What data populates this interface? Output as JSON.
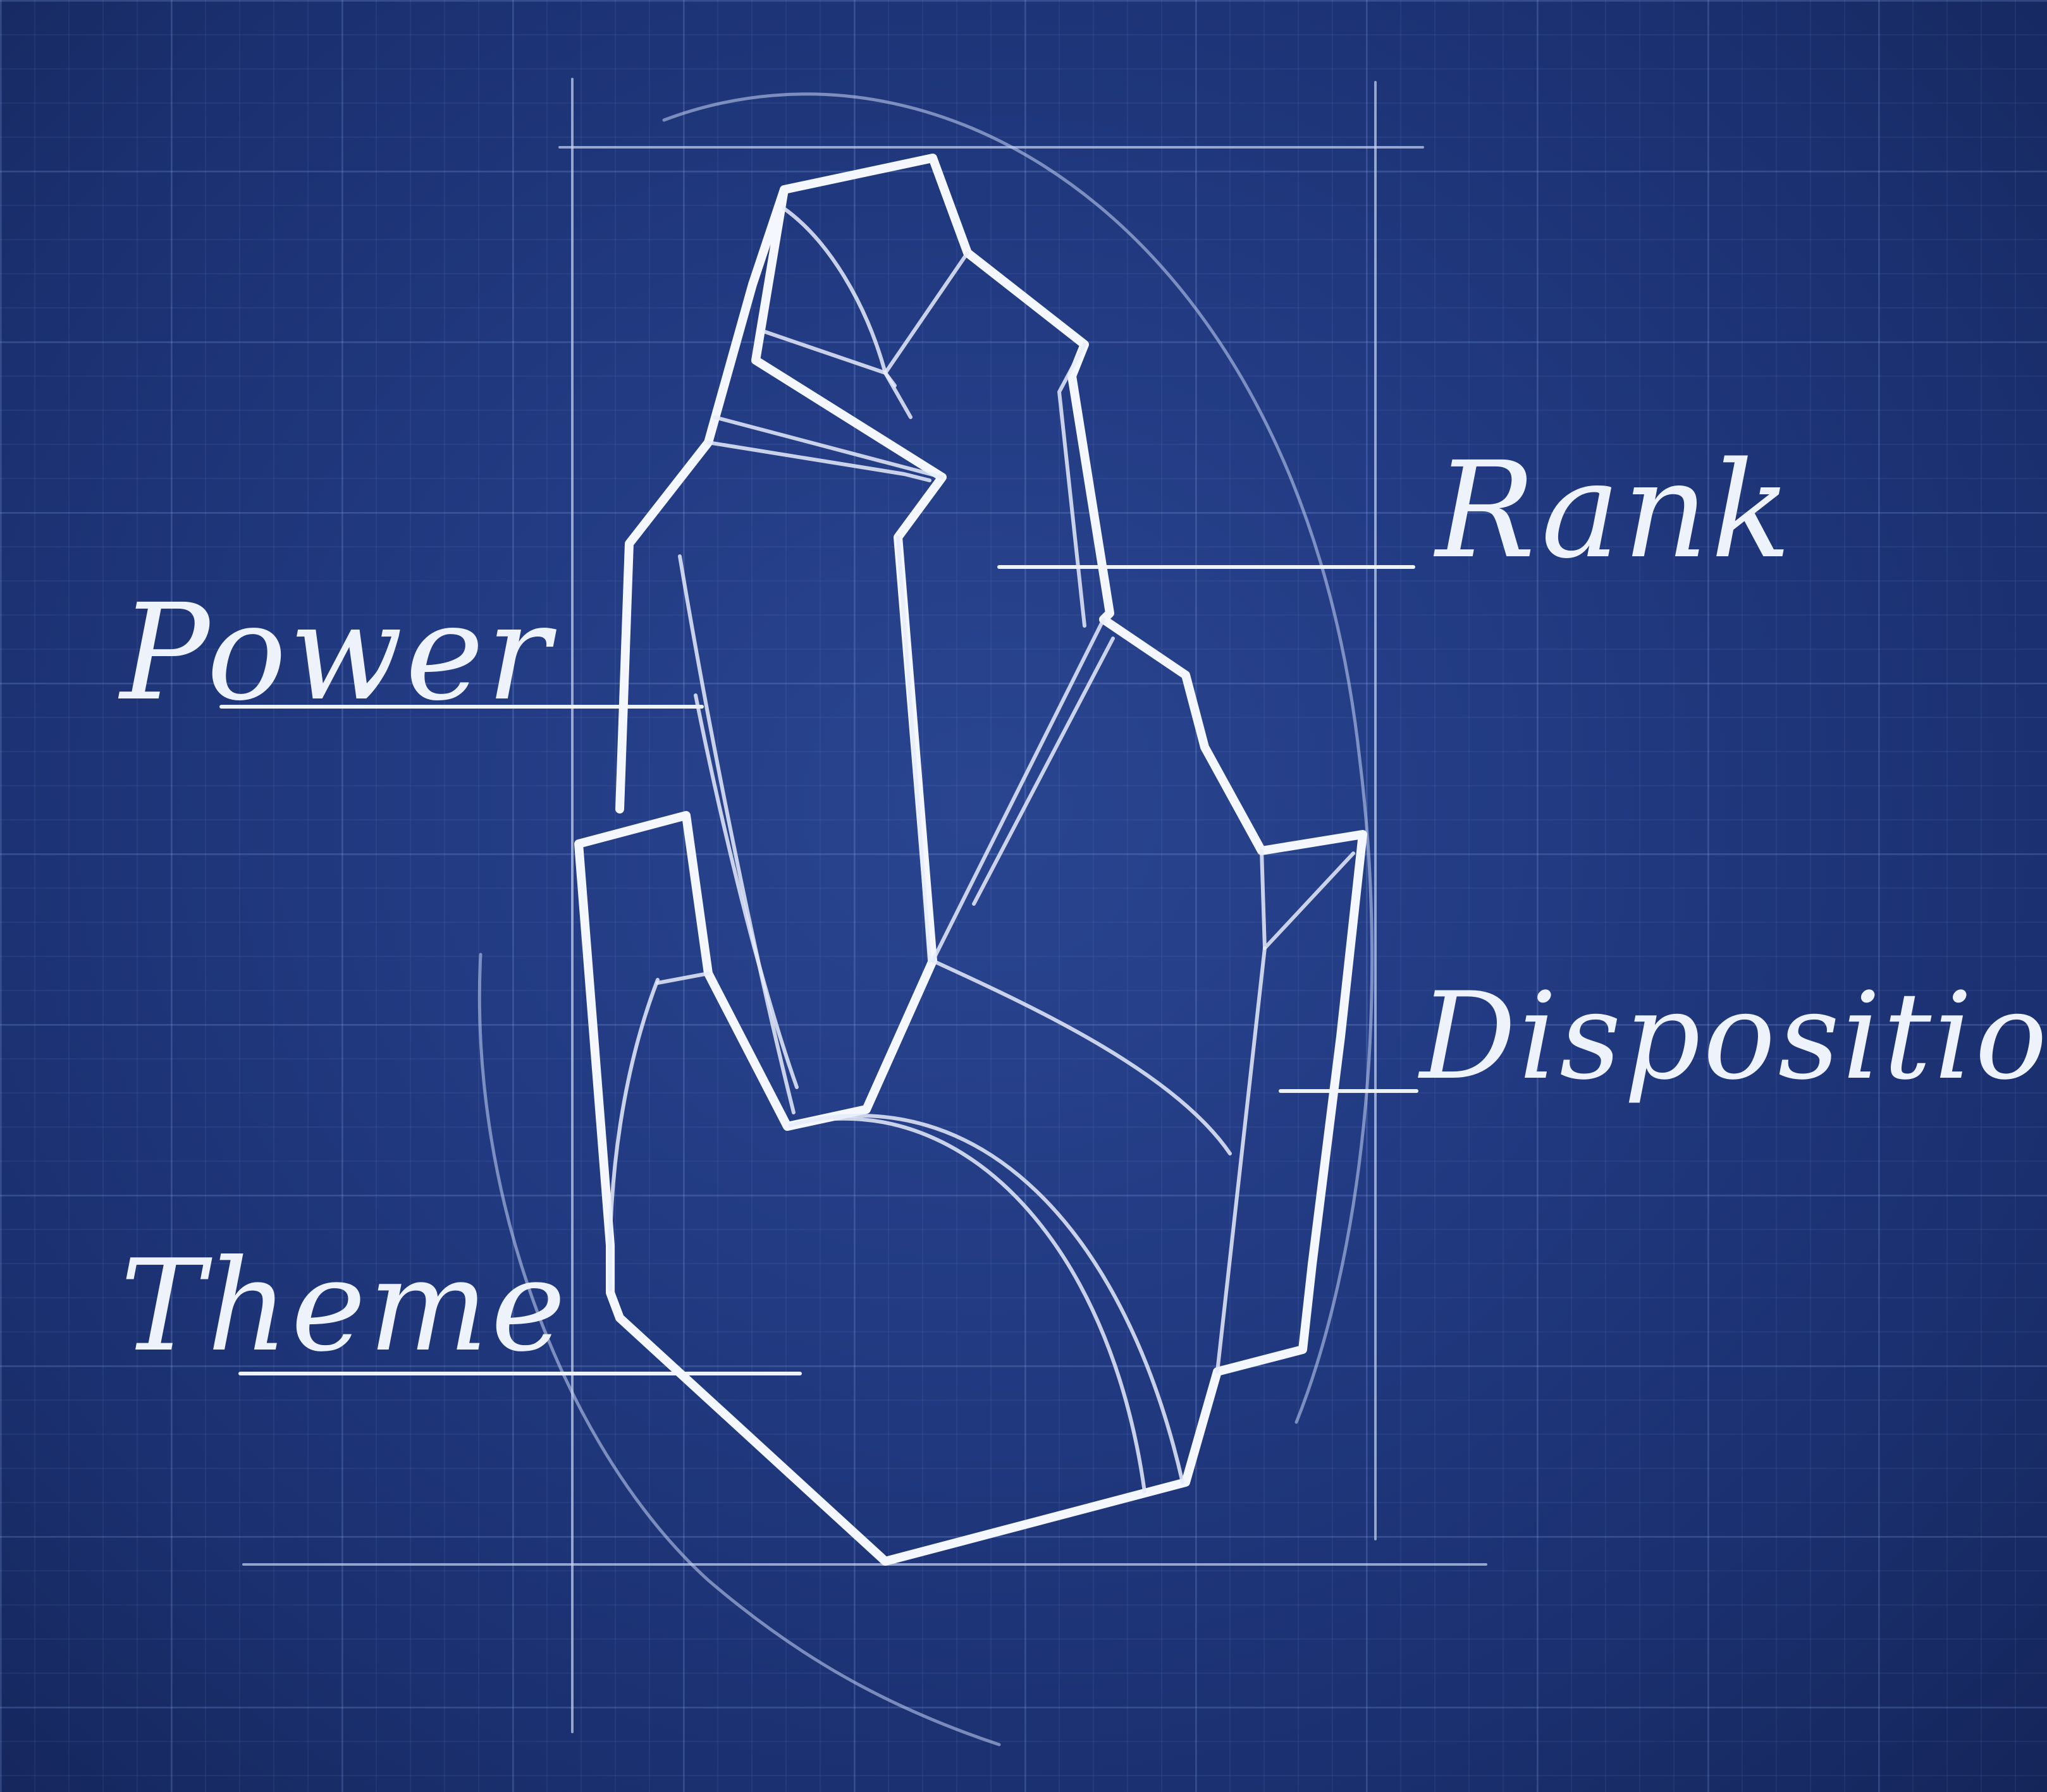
{
  "labels": {
    "power": "Power",
    "rank": "Rank",
    "disposition": "Disposition",
    "theme": "Theme"
  },
  "colors": {
    "background": "#223b83",
    "background_edge": "#142559",
    "grid": "#8caaeb",
    "ink": "#eef2fb"
  }
}
